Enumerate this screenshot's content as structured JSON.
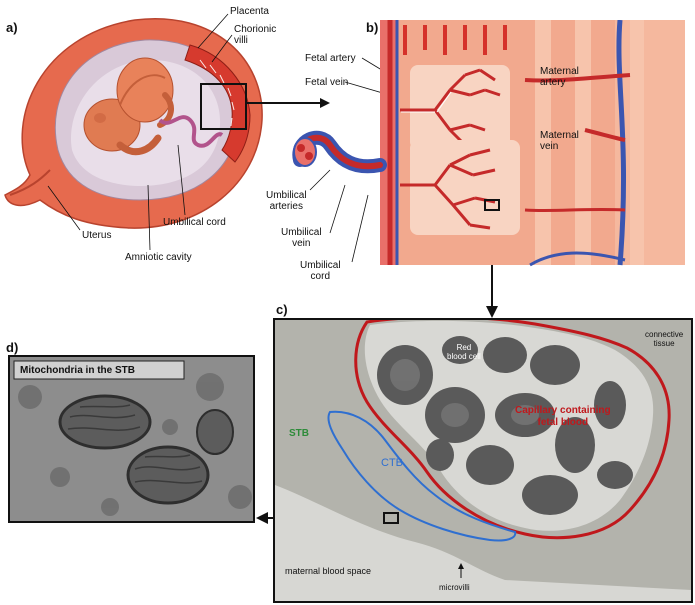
{
  "panels": {
    "a": {
      "letter": "a)",
      "labels": {
        "placenta": "Placenta",
        "chorionic_villi": "Chorionic\nvilli",
        "uterus": "Uterus",
        "umbilical_cord": "Umbilical cord",
        "amniotic_cavity": "Amniotic cavity"
      }
    },
    "b": {
      "letter": "b)",
      "labels": {
        "fetal_artery": "Fetal artery",
        "fetal_vein": "Fetal vein",
        "maternal_artery": "Maternal\nartery",
        "maternal_vein": "Maternal\nvein",
        "umbilical_arteries": "Umbilical\narteries",
        "umbilical_vein": "Umbilical\nvein",
        "umbilical_cord": "Umbilical\ncord"
      }
    },
    "c": {
      "letter": "c)",
      "labels": {
        "connective_tissue": "connective\ntissue",
        "red_blood_cell": "Red\nblood cell",
        "capillary": "Capillary containing\nfetal blood",
        "stb": "STB",
        "ctb": "CTB",
        "maternal_blood_space": "maternal blood space",
        "microvilli": "microvilli"
      }
    },
    "d": {
      "letter": "d)",
      "title": "Mitochondria  in the STB"
    }
  },
  "colors": {
    "capillary_outline": "#c0181c",
    "ctb_outline": "#2f6fd0",
    "stb_label": "#2e8b3a",
    "capillary_label": "#c0181c",
    "ctb_label": "#2f6fd0",
    "blood_red": "#d8342a",
    "vein_blue": "#3b55b0",
    "tissue_pink": "#e98a6e"
  }
}
